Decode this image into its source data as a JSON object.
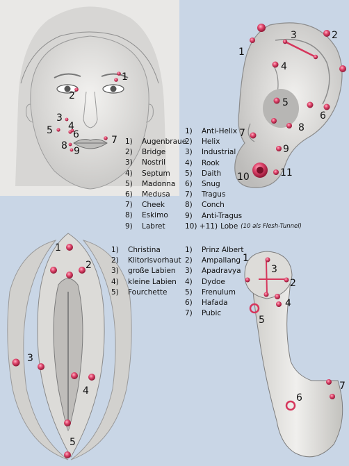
{
  "face": {
    "markers": [
      "1",
      "2",
      "3",
      "4",
      "5",
      "6",
      "7",
      "8",
      "9"
    ],
    "legend": [
      {
        "n": "1)",
        "label": "Augenbraue"
      },
      {
        "n": "2)",
        "label": "Bridge"
      },
      {
        "n": "3)",
        "label": "Nostril"
      },
      {
        "n": "4)",
        "label": "Septum"
      },
      {
        "n": "5)",
        "label": "Madonna"
      },
      {
        "n": "6)",
        "label": "Medusa"
      },
      {
        "n": "7)",
        "label": "Cheek"
      },
      {
        "n": "8)",
        "label": "Eskimo"
      },
      {
        "n": "9)",
        "label": "Labret"
      }
    ]
  },
  "ear": {
    "markers": [
      "1",
      "2",
      "3",
      "4",
      "5",
      "6",
      "7",
      "8",
      "9",
      "10",
      "11"
    ],
    "legend": [
      {
        "n": "1)",
        "label": "Anti-Helix"
      },
      {
        "n": "2)",
        "label": "Helix"
      },
      {
        "n": "3)",
        "label": "Industrial"
      },
      {
        "n": "4)",
        "label": "Rook"
      },
      {
        "n": "5)",
        "label": "Daith"
      },
      {
        "n": "6)",
        "label": "Snug"
      },
      {
        "n": "7)",
        "label": "Tragus"
      },
      {
        "n": "8)",
        "label": "Conch"
      },
      {
        "n": "9)",
        "label": "Anti-Tragus"
      }
    ],
    "lobe_entry": {
      "n": "10) +11)",
      "label": "Lobe",
      "note": "(10 als Flesh-Tunnel)"
    }
  },
  "female": {
    "markers": [
      "1",
      "2",
      "3",
      "4",
      "5"
    ],
    "legend": [
      {
        "n": "1)",
        "label": "Christina"
      },
      {
        "n": "2)",
        "label": "Klitorisvorhaut"
      },
      {
        "n": "3)",
        "label": "große Labien"
      },
      {
        "n": "4)",
        "label": "kleine Labien"
      },
      {
        "n": "5)",
        "label": "Fourchette"
      }
    ]
  },
  "male": {
    "markers": [
      "1",
      "2",
      "3",
      "4",
      "5",
      "6",
      "7"
    ],
    "legend": [
      {
        "n": "1)",
        "label": "Prinz Albert"
      },
      {
        "n": "2)",
        "label": "Ampallang"
      },
      {
        "n": "3)",
        "label": "Apadravya"
      },
      {
        "n": "4)",
        "label": "Dydoe"
      },
      {
        "n": "5)",
        "label": "Frenulum"
      },
      {
        "n": "6)",
        "label": "Hafada"
      },
      {
        "n": "7)",
        "label": "Pubic"
      }
    ]
  },
  "colors": {
    "background": "#c9d6e6",
    "piercing": "#d6365c",
    "skin": "#e2e0dd",
    "pencil": "#6e6e6e"
  }
}
